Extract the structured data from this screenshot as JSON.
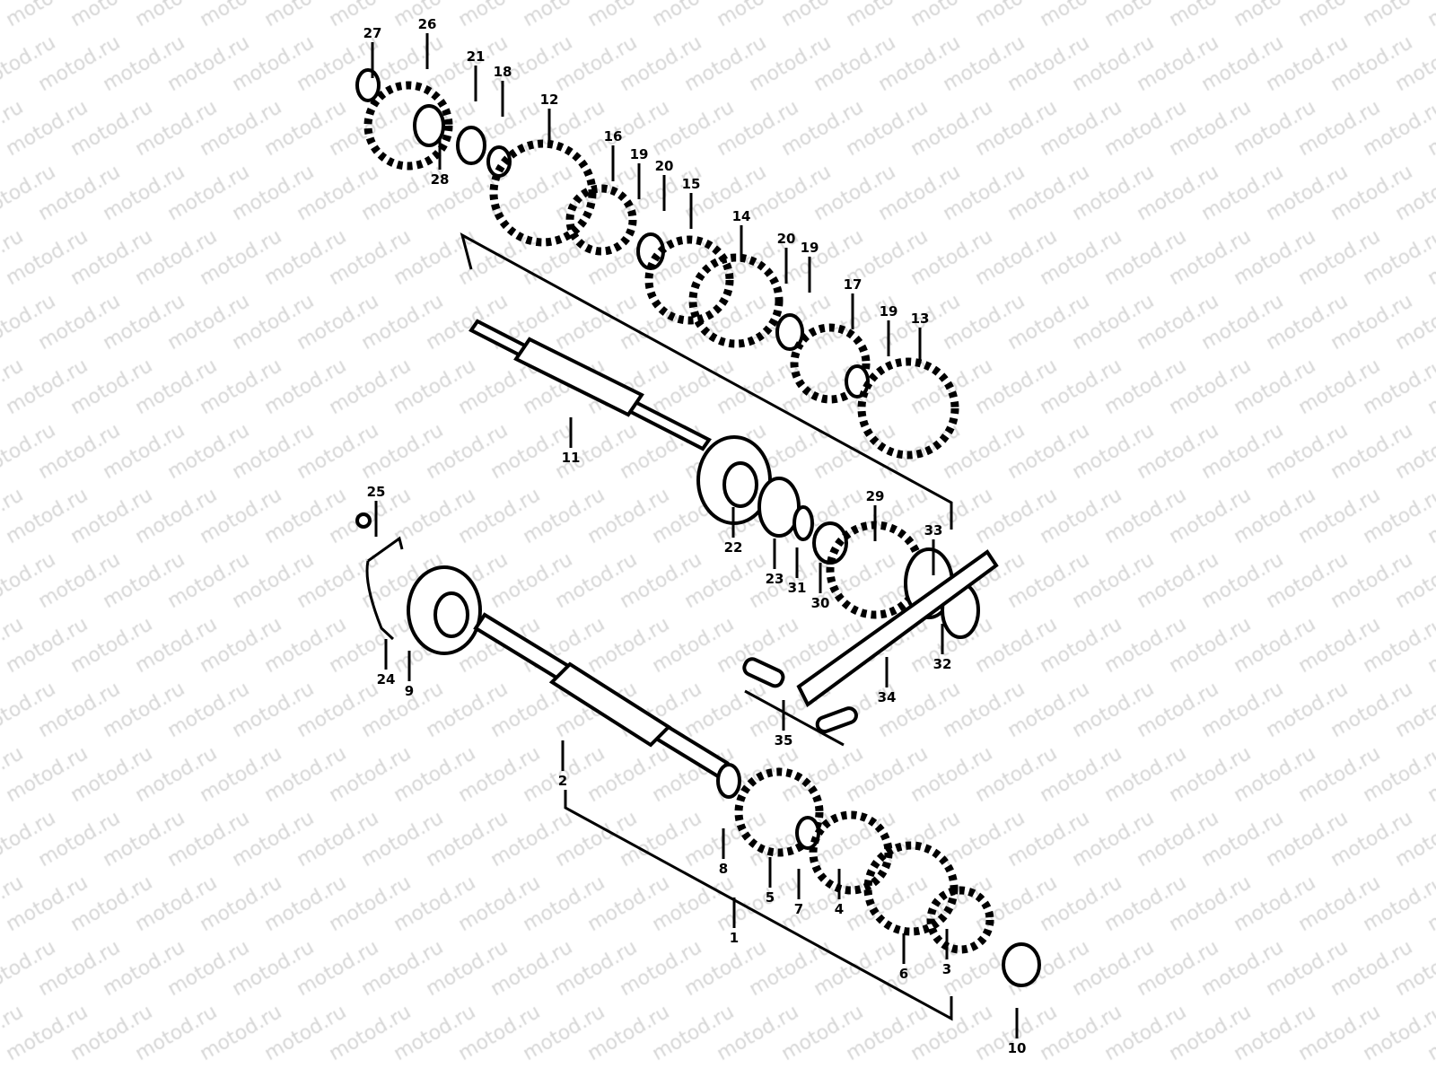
{
  "watermark": "motod.ru",
  "labels": [
    "27",
    "26",
    "21",
    "18",
    "28",
    "12",
    "16",
    "19",
    "20",
    "15",
    "14",
    "20",
    "19",
    "17",
    "19",
    "13",
    "11",
    "22",
    "23",
    "31",
    "30",
    "29",
    "33",
    "32",
    "34",
    "35",
    "25",
    "24",
    "9",
    "2",
    "8",
    "5",
    "7",
    "4",
    "1",
    "6",
    "3",
    "10"
  ],
  "colors": {
    "ink": "#000000",
    "watermark": "#d6d6d6",
    "background": "#ffffff"
  }
}
